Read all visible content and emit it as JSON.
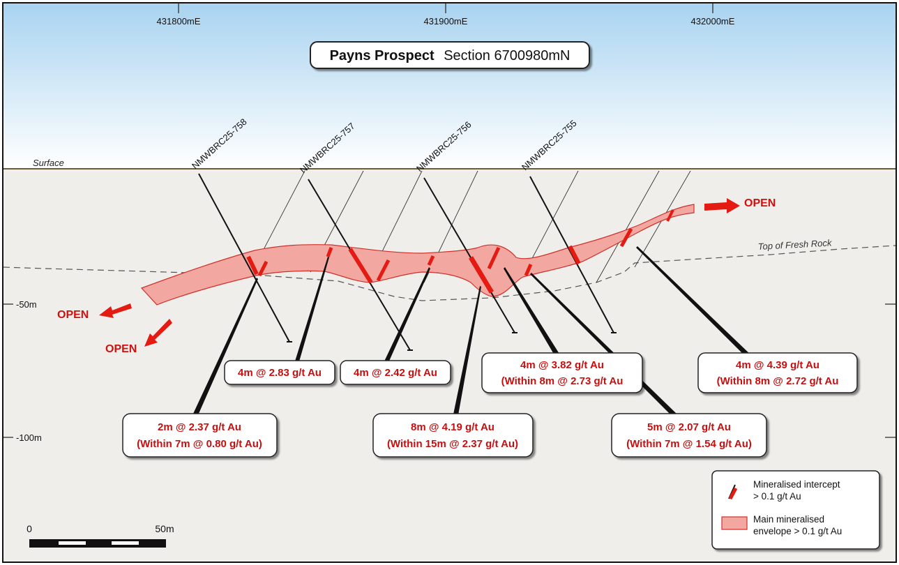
{
  "header": {
    "title_bold": "Payns Prospect",
    "title_section": "Section 6700980mN"
  },
  "eastings": [
    "431800mE",
    "431900mE",
    "432000mE"
  ],
  "depth_labels": [
    "-50m",
    "-100m"
  ],
  "surface_label": "Surface",
  "fresh_rock_label": "Top of Fresh Rock",
  "holes": [
    "NMWBRC25-758",
    "NMWBRC25-757",
    "NMWBRC25-756",
    "NMWBRC25-755"
  ],
  "open_labels": [
    "OPEN",
    "OPEN",
    "OPEN"
  ],
  "intercepts": [
    {
      "line1": "4m @ 2.83 g/t Au"
    },
    {
      "line1": "4m @ 2.42 g/t Au"
    },
    {
      "line1": "4m @ 3.82 g/t Au",
      "line2": "(Within 8m @ 2.73 g/t Au"
    },
    {
      "line1": "4m @ 4.39 g/t Au",
      "line2": "(Within 8m @ 2.72 g/t Au"
    },
    {
      "line1": "2m @ 2.37 g/t Au",
      "line2": "(Within 7m @ 0.80 g/t Au)"
    },
    {
      "line1": "8m @ 4.19 g/t Au",
      "line2": "(Within 15m @ 2.37 g/t Au)"
    },
    {
      "line1": "5m @ 2.07 g/t Au",
      "line2": "(Within 7m @ 1.54 g/t Au)"
    }
  ],
  "legend": {
    "intercept_line1": "Mineralised intercept",
    "intercept_line2": "> 0.1 g/t Au",
    "envelope_line1": "Main mineralised",
    "envelope_line2": "envelope > 0.1 g/t Au"
  },
  "scale": {
    "left": "0",
    "right": "50m"
  },
  "colors": {
    "sky_top": "#a9d3f0",
    "sky_bottom": "#ffffff",
    "ground": "#efeeea",
    "surface_line": "#6e5a3a",
    "envelope_fill": "#f2a7a1",
    "envelope_stroke": "#d1302a",
    "intercept_red": "#e31b12",
    "label_red": "#d10f0f"
  }
}
